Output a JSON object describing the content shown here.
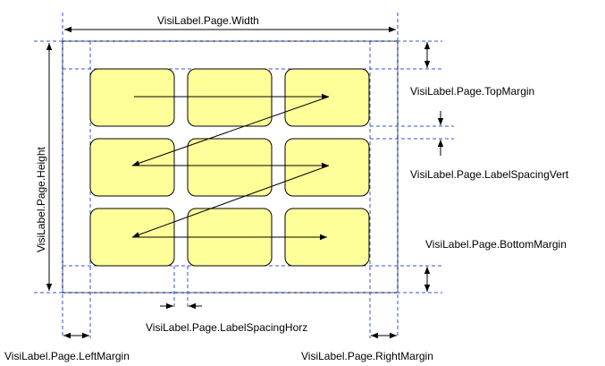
{
  "labels": {
    "page_width": "VisiLabel.Page.Width",
    "page_height": "VisiLabel.Page.Height",
    "top_margin": "VisiLabel.Page.TopMargin",
    "label_spacing_vert": "VisiLabel.Page.LabelSpacingVert",
    "bottom_margin": "VisiLabel.Page.BottomMargin",
    "label_spacing_horz": "VisiLabel.Page.LabelSpacingHorz",
    "left_margin": "VisiLabel.Page.LeftMargin",
    "right_margin": "VisiLabel.Page.RightMargin"
  },
  "layout": {
    "rows": 3,
    "columns": 3
  },
  "colors": {
    "label_fill": "#ffff99",
    "label_stroke": "#000000",
    "guide_line": "#3355cc",
    "page_border": "#000000"
  }
}
